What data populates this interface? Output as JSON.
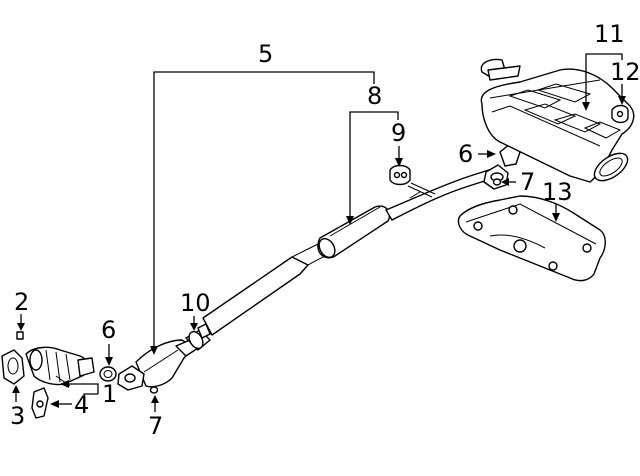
{
  "callouts": {
    "c1": "1",
    "c2": "2",
    "c3": "3",
    "c4": "4",
    "c5": "5",
    "c6_left": "6",
    "c6_right": "6",
    "c7_left": "7",
    "c7_right": "7",
    "c8": "8",
    "c9": "9",
    "c10": "10",
    "c11": "11",
    "c12": "12",
    "c13": "13"
  }
}
